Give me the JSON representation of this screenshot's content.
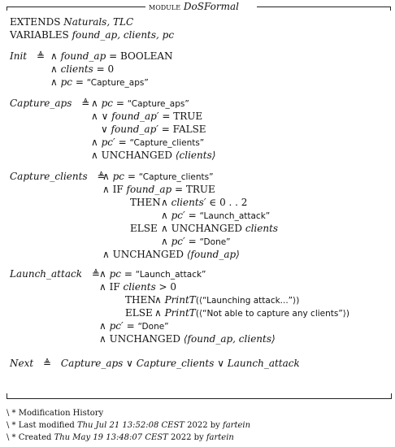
{
  "module": {
    "keyword": "module",
    "name": "DoSFormal"
  },
  "extends": {
    "keyword": "EXTENDS",
    "names": "Naturals, TLC"
  },
  "variables": {
    "keyword": "VARIABLES",
    "names": "found_ap, clients, pc"
  },
  "defeq": "≜",
  "init": {
    "name": "Init",
    "lines": [
      {
        "prefix": "∧ ",
        "lhs": "found_ap",
        "op": " = ",
        "rhs": "BOOLEAN"
      },
      {
        "prefix": "∧ ",
        "lhs": "clients",
        "op": " = ",
        "rhs": "0"
      },
      {
        "prefix": "∧ ",
        "lhs": "pc",
        "op": " = ",
        "rhs": "“Capture_aps”"
      }
    ]
  },
  "capture_aps": {
    "name": "Capture_aps",
    "l1": {
      "prefix": "∧ ",
      "lhs": "pc",
      "op": " = ",
      "rhs": "“Capture_aps”"
    },
    "l2": {
      "prefix": "∧ ∨ ",
      "lhs": "found_ap′",
      "op": " = ",
      "rhs": "TRUE"
    },
    "l3": {
      "prefix": "∨ ",
      "lhs": "found_ap′",
      "op": " = ",
      "rhs": "FALSE"
    },
    "l4": {
      "prefix": "∧ ",
      "lhs": "pc′",
      "op": " = ",
      "rhs": "“Capture_clients”"
    },
    "l5": {
      "prefix": "∧ ",
      "kw": "UNCHANGED",
      "arg": "⟨clients⟩"
    }
  },
  "capture_clients": {
    "name": "Capture_clients",
    "l1": {
      "prefix": "∧ ",
      "lhs": "pc",
      "op": " = ",
      "rhs": "“Capture_clients”"
    },
    "l2": {
      "prefix": "∧ ",
      "kw": "IF",
      "lhs": "found_ap",
      "op": " = ",
      "rhs": "TRUE"
    },
    "l3": {
      "kw": "THEN",
      "prefix": "∧ ",
      "lhs": "clients′",
      "op": " ∈ ",
      "rhs": "0 . . 2"
    },
    "l4": {
      "prefix": "∧ ",
      "lhs": "pc′",
      "op": " = ",
      "rhs": "“Launch_attack”"
    },
    "l5": {
      "kw": "ELSE",
      "prefix": "∧ ",
      "kw2": "UNCHANGED",
      "rhs": "clients"
    },
    "l6": {
      "prefix": "∧ ",
      "lhs": "pc′",
      "op": " = ",
      "rhs": "“Done”"
    },
    "l7": {
      "prefix": "∧ ",
      "kw": "UNCHANGED",
      "arg": "⟨found_ap⟩"
    }
  },
  "launch_attack": {
    "name": "Launch_attack",
    "l1": {
      "prefix": "∧ ",
      "lhs": "pc",
      "op": " = ",
      "rhs": "“Launch_attack”"
    },
    "l2": {
      "prefix": "∧ ",
      "kw": "IF",
      "lhs": "clients",
      "op": " > ",
      "rhs": "0"
    },
    "l3": {
      "kw": "THEN",
      "prefix": "∧ ",
      "fn": "PrintT",
      "arg": "(⟨“Launching attack...”⟩)"
    },
    "l4": {
      "kw": "ELSE",
      "prefix": "∧ ",
      "fn": "PrintT",
      "arg": "(⟨“Not able to capture any clients”⟩)"
    },
    "l5": {
      "prefix": "∧ ",
      "lhs": "pc′",
      "op": " = ",
      "rhs": "“Done”"
    },
    "l6": {
      "prefix": "∧ ",
      "kw": "UNCHANGED",
      "arg": "⟨found_ap, clients⟩"
    }
  },
  "next": {
    "name": "Next",
    "a": "Capture_aps",
    "or1": " ∨ ",
    "b": "Capture_clients",
    "or2": " ∨ ",
    "c": "Launch_attack"
  },
  "footer": {
    "l1": {
      "prefix": "\\ * ",
      "text": "Modification History"
    },
    "l2": {
      "prefix": "\\ * ",
      "text": "Last modified ",
      "date": "Thu Jul 21 13:52:08",
      "tz": " CEST",
      "year": " 2022 by ",
      "user": "fartein"
    },
    "l3": {
      "prefix": "\\ * ",
      "text": "Created ",
      "date": "Thu May 19 13:48:07",
      "tz": " CEST",
      "year": " 2022 by ",
      "user": "fartein"
    }
  }
}
